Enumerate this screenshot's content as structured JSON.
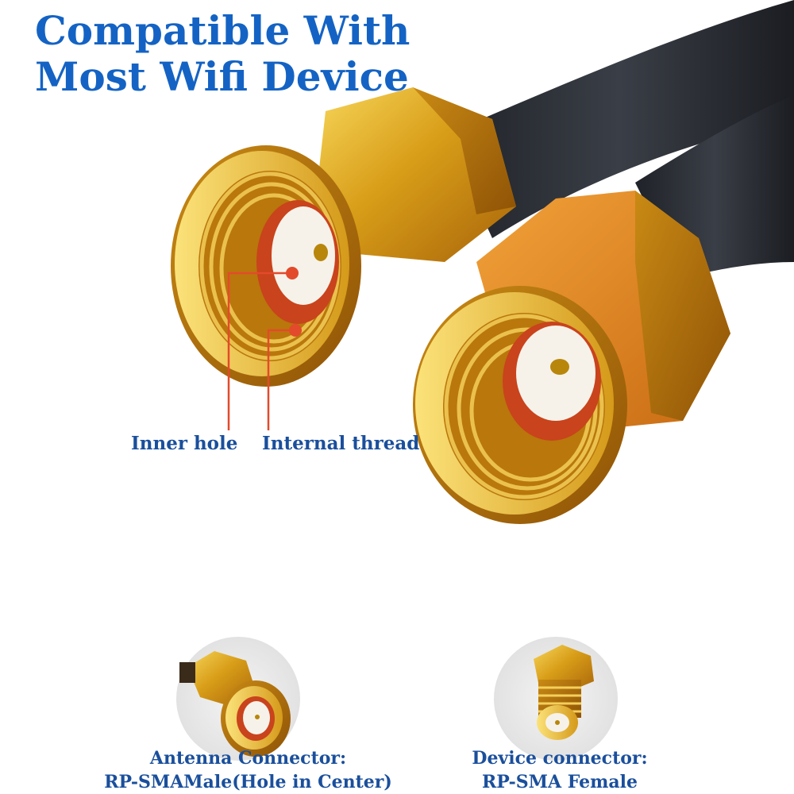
{
  "headline": {
    "line1": "Compatible With",
    "line2": "Most Wifi Device"
  },
  "callouts": {
    "inner_hole": "Inner hole",
    "internal_thread": "Internal thread"
  },
  "connectors": [
    {
      "line1": "Antenna Connector:",
      "line2": "RP-SMAMale(Hole in Center)"
    },
    {
      "line1": "Device connector:",
      "line2": "RP-SMA Female"
    }
  ],
  "colors": {
    "headline": "#1463c4",
    "caption": "#1a4f9c",
    "pointer": "#e34a2b",
    "gold": "#d4a21c",
    "cable": "#2a2d33"
  }
}
